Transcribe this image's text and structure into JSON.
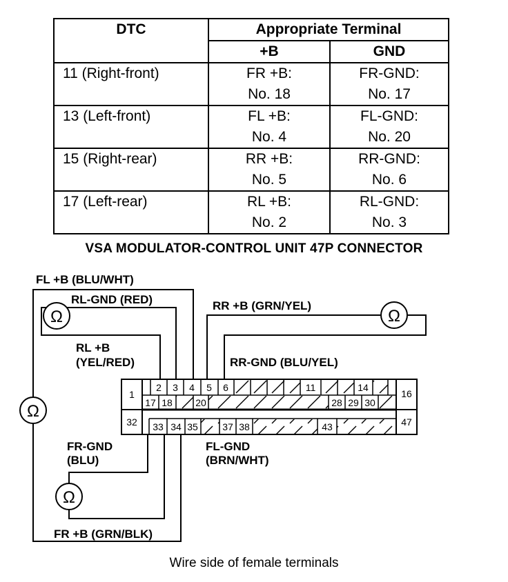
{
  "table": {
    "col_dtc": "DTC",
    "col_terminal": "Appropriate Terminal",
    "col_plus": "+B",
    "col_gnd": "GND",
    "rows": [
      {
        "dtc": "11 (Right-front)",
        "plus_1": "FR +B:",
        "plus_2": "No. 18",
        "gnd_1": "FR-GND:",
        "gnd_2": "No. 17"
      },
      {
        "dtc": "13 (Left-front)",
        "plus_1": "FL +B:",
        "plus_2": "No. 4",
        "gnd_1": "FL-GND:",
        "gnd_2": "No. 20"
      },
      {
        "dtc": "15 (Right-rear)",
        "plus_1": "RR +B:",
        "plus_2": "No. 5",
        "gnd_1": "RR-GND:",
        "gnd_2": "No. 6"
      },
      {
        "dtc": "17 (Left-rear)",
        "plus_1": "RL +B:",
        "plus_2": "No. 2",
        "gnd_1": "RL-GND:",
        "gnd_2": "No. 3"
      }
    ]
  },
  "diagram": {
    "title": "VSA MODULATOR-CONTROL UNIT 47P CONNECTOR",
    "caption": "Wire side of female terminals",
    "ohm_symbol": "Ω",
    "labels": {
      "fl_plus": "FL +B (BLU/WHT)",
      "rl_gnd": "RL-GND (RED)",
      "rl_plus_1": "RL +B",
      "rl_plus_2": "(YEL/RED)",
      "rr_plus": "RR +B (GRN/YEL)",
      "rr_gnd": "RR-GND (BLU/YEL)",
      "fr_gnd_1": "FR-GND",
      "fr_gnd_2": "(BLU)",
      "fl_gnd_1": "FL-GND",
      "fl_gnd_2": "(BRN/WHT)",
      "fr_plus": "FR +B (GRN/BLK)"
    },
    "pins": {
      "p1": "1",
      "p2": "2",
      "p3": "3",
      "p4": "4",
      "p5": "5",
      "p6": "6",
      "p11": "11",
      "p14": "14",
      "p16": "16",
      "p17": "17",
      "p18": "18",
      "p20": "20",
      "p28": "28",
      "p29": "29",
      "p30": "30",
      "p32": "32",
      "p33": "33",
      "p34": "34",
      "p35": "35",
      "p37": "37",
      "p38": "38",
      "p43": "43",
      "p47": "47"
    }
  }
}
